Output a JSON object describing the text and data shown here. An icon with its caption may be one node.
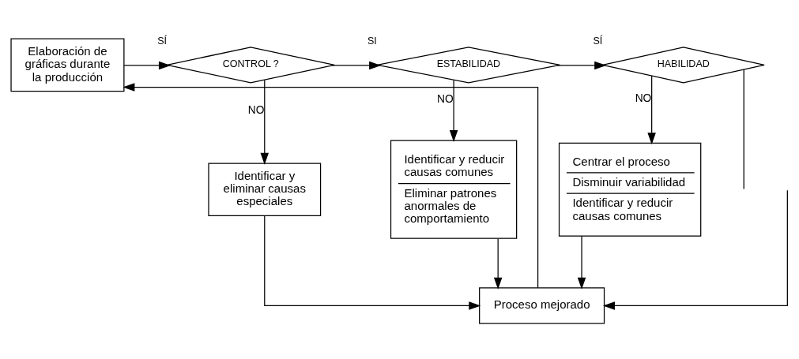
{
  "diagram": {
    "nodes": [
      {
        "text": [
          "Elaboración de gráficas durante la producción"
        ]
      },
      {
        "text": [
          "CONTROL ?"
        ],
        "beside": [
          "SÍ"
        ]
      },
      {
        "text": [
          "ESTABILIDAD"
        ],
        "beside": [
          "SI"
        ]
      },
      {
        "text": [
          "HABILIDAD"
        ],
        "beside": [
          "SÍ"
        ]
      },
      {
        "text": [
          "Identificar y eliminar causas especiales"
        ]
      },
      {
        "text": [
          "Identificar y reducir causas comunes",
          "Eliminar patrones anormales de comportamiento"
        ]
      },
      {
        "text": [
          "Centrar el proceso",
          "Disminuir variabilidad",
          "Identificar y reducir causas comunes"
        ]
      },
      {
        "text": [
          "Proceso mejorado"
        ]
      }
    ],
    "edges": [
      {
        "from": 0,
        "to": 1,
        "arrow": "to"
      },
      {
        "from": 1,
        "to": 2,
        "arrow": "to"
      },
      {
        "from": 2,
        "to": 3,
        "arrow": "to"
      },
      {
        "from": 3,
        "to": null,
        "arrow": "none"
      },
      {
        "from": 1,
        "to": 4,
        "arrow": "to",
        "label": "NO"
      },
      {
        "from": 2,
        "to": 5,
        "arrow": "to",
        "label": "NO"
      },
      {
        "from": 3,
        "to": 6,
        "arrow": "to",
        "label": "NO"
      },
      {
        "from": 4,
        "to": 7,
        "arrow": "to"
      },
      {
        "from": 5,
        "to": 7,
        "arrow": "to"
      },
      {
        "from": 6,
        "to": 7,
        "arrow": "to"
      },
      {
        "from": null,
        "to": 7,
        "arrow": "to"
      },
      {
        "from": 7,
        "to": 0,
        "arrow": "to"
      }
    ]
  }
}
